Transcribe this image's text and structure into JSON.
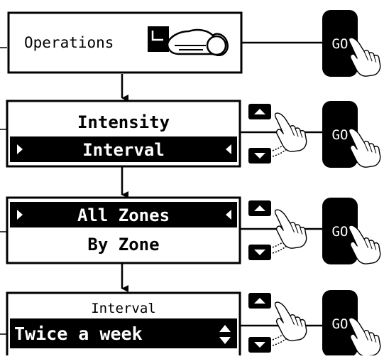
{
  "screens": [
    {
      "id": "operations",
      "text": "Operations",
      "icon": "mower-icon"
    },
    {
      "id": "frequency",
      "line1": "Intensity",
      "line2_selected": "Interval"
    },
    {
      "id": "zones",
      "line1_selected": "All Zones",
      "line2": "By Zone"
    },
    {
      "id": "interval",
      "heading": "Interval",
      "value_selected": "Twice a week"
    }
  ],
  "go_label": "GO",
  "icons": [
    "mower-icon",
    "arrow-up-icon",
    "arrow-down-icon",
    "hand-pointer-icon",
    "flow-arrow-icon"
  ],
  "colors": {
    "background": "#ffffff",
    "display_fill": "#000000",
    "button_fill": "#000000",
    "text_inverted": "#ffffff"
  }
}
